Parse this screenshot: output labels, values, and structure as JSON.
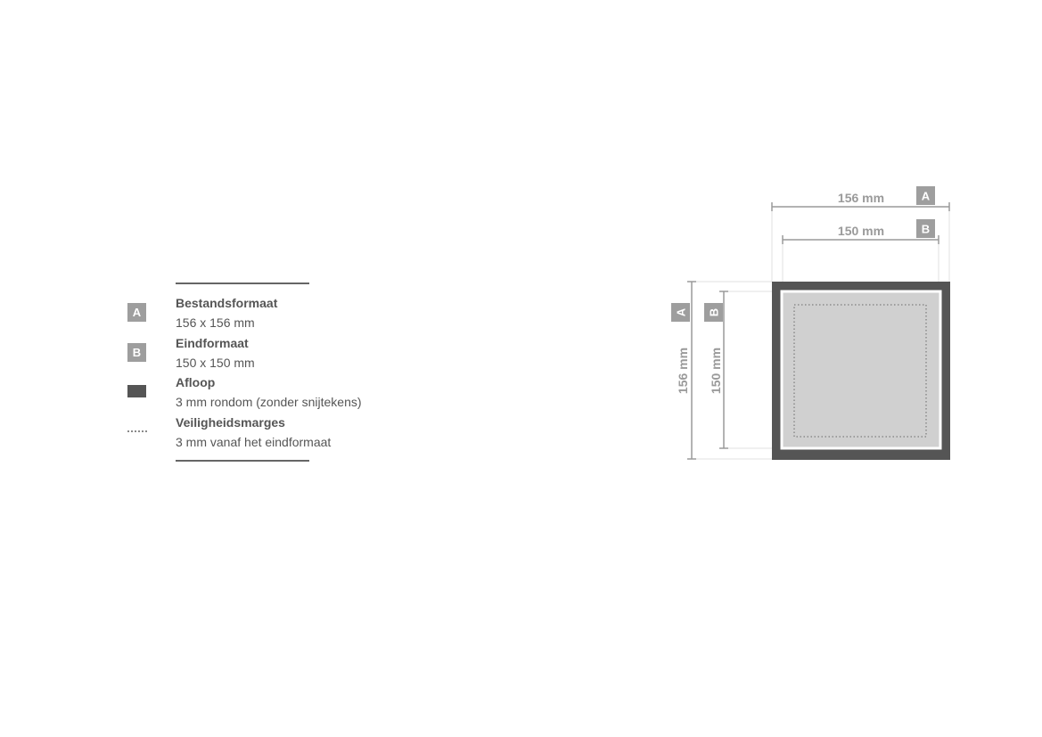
{
  "legend": {
    "items": [
      {
        "icon": "badge",
        "badge": "A",
        "title": "Bestandsformaat",
        "description": "156 x 156 mm"
      },
      {
        "icon": "badge",
        "badge": "B",
        "title": "Eindformaat",
        "description": "150 x 150 mm"
      },
      {
        "icon": "bleed-swatch",
        "title": "Afloop",
        "description": "3 mm rondom (zonder snijtekens)"
      },
      {
        "icon": "dotted-line",
        "title": "Veiligheidsmarges",
        "description": "3 mm vanaf het eindformaat"
      }
    ]
  },
  "diagram": {
    "file_size_label": "156 mm",
    "final_size_label": "150 mm",
    "badge_a": "A",
    "badge_b": "B"
  },
  "colors": {
    "bleed": "#555555",
    "trim_area": "#d0d0d0",
    "dimension_lines": "#9a9a9a",
    "badge": "#9e9e9e"
  }
}
